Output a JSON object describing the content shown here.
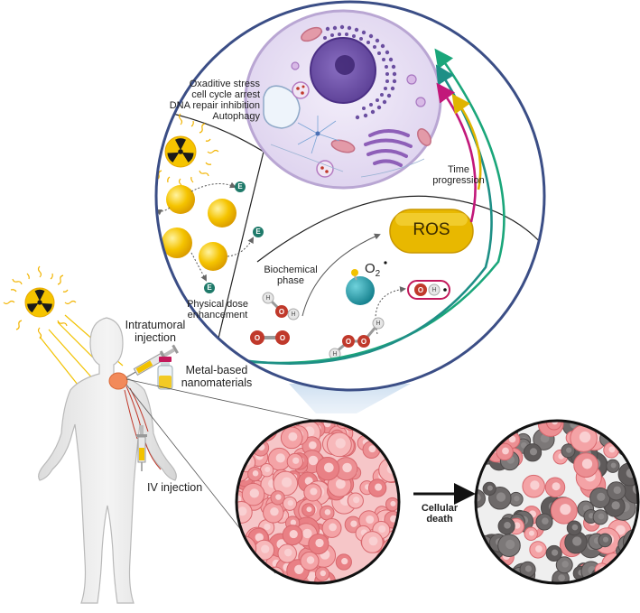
{
  "labels": {
    "effects": [
      "Oxaditive stress",
      "cell cycle arrest",
      "DNA repair inhibition",
      "Autophagy"
    ],
    "time_progression": [
      "Time",
      "progression"
    ],
    "ros": "ROS",
    "biochemical_phase": [
      "Biochemical",
      "phase"
    ],
    "physical_dose": [
      "Physical dose",
      "enhancement"
    ],
    "electron": "E",
    "oxygen": "O",
    "oxygen_sub": "2",
    "hydroxyl_o": "O",
    "hydroxyl_h": "H",
    "h": "H",
    "o": "O",
    "intratumoral": [
      "Intratumoral",
      "injection"
    ],
    "metal_nano": [
      "Metal-based",
      "nanomaterials"
    ],
    "iv_injection": "IV injection",
    "cellular_death": [
      "Cellular",
      "death"
    ]
  },
  "colors": {
    "nanoparticle": "#f2c200",
    "ros_fill": "#e8b800",
    "electron": "#1f7a6a",
    "oxygen_molecule": "#1a9ba8",
    "oxygen_atom": "#c0392b",
    "magnet_ring": "#c2185b",
    "arrow_green": "#1aa67a",
    "arrow_teal": "#1e8f86",
    "arrow_magenta": "#c2187a",
    "arrow_yellow": "#e0b400",
    "cell_membrane": "#b9a6d3",
    "nucleus": "#6b4fa0",
    "tumor": "#f2a6a8",
    "dead_cell": "#6e6a6a",
    "circle_border": "#3b4e86"
  },
  "icons": [
    "radiation-icon",
    "syringe-icon",
    "vial-icon",
    "iv-syringe-icon",
    "arrow-right-icon"
  ]
}
